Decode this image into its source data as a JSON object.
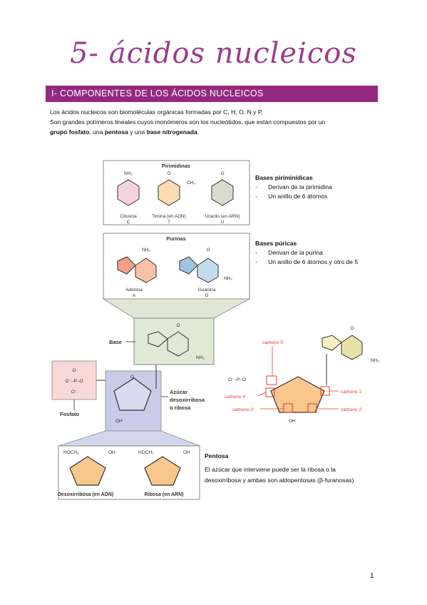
{
  "title": "5- ácidos nucleicos",
  "section": {
    "heading": "I- COMPONENTES DE LOS ÁCIDOS NUCLEICOS"
  },
  "intro": {
    "line1": "Los ácidos nucleicos son biomoléculas orgánicas formadas por C, H, O, N y P.",
    "line2": "Son grandes polímeros lineales cuyos monómeros son los nucleótidos, que están compuestos por un",
    "part_a": "grupo fosfato",
    "part_b": ", una ",
    "part_c": "pentosa",
    "part_d": " y una ",
    "part_e": "base nitrogenada",
    "part_f": "."
  },
  "pyrimidines_note": {
    "heading": "Bases piriminídicas",
    "bullets": [
      "Derivan de la pirimidina",
      "Un anillo de 6 átomos"
    ]
  },
  "purines_note": {
    "heading": "Bases púricas",
    "bullets": [
      "Derivan de la purina",
      "Un anillo de 6 átomos y otro de 5"
    ]
  },
  "pentose_note": {
    "heading": "Pentosa",
    "text1": "El azúcar que interviene puede ser la ribosa o la",
    "text2": "desoxirribosa y ambas son aldopentosas (β-furanosas)"
  },
  "figure": {
    "pyrimidines_title": "Pirimidinas",
    "purines_title": "Purinas",
    "cytosine": [
      "Citosina",
      "C"
    ],
    "thymine": [
      "Timina (en ADN)",
      "T"
    ],
    "uracil": [
      "Uracilo (en ARN)",
      "U"
    ],
    "adenine": [
      "Adenina",
      "A"
    ],
    "guanine": [
      "Guanina",
      "G"
    ],
    "base_label": "Base",
    "sugar_label": [
      "Azúcar",
      "desoxirribosa",
      "o ribosa"
    ],
    "phosphate_label": "Fosfato",
    "deoxyribose_label": "Desoxirribosa (en ADN)",
    "ribose_label": "Ribosa (en ARN)",
    "carbono5": "carbono 5'",
    "carbono4": "carbono 4'",
    "carbono3": "carbono 3'",
    "carbono2": "carbono 2'",
    "carbono1": "carbono 1'"
  },
  "page_number": "1",
  "colors": {
    "accent": "#94297f",
    "title": "#9b3d8c",
    "carbon_labels": "#e23b2e"
  }
}
